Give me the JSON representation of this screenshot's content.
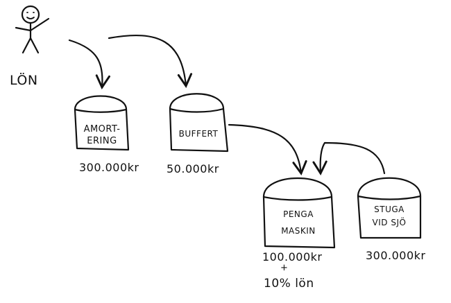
{
  "person": {
    "label": "LÖN"
  },
  "buckets": [
    {
      "id": "amortering",
      "label_lines": [
        "AMORT-",
        "ERING"
      ],
      "amount_lines": [
        "300.000kr"
      ]
    },
    {
      "id": "buffert",
      "label_lines": [
        "BUFFERT"
      ],
      "amount_lines": [
        "50.000kr"
      ]
    },
    {
      "id": "pengamaskin",
      "label_lines": [
        "PENGA",
        "MASKIN"
      ],
      "amount_lines": [
        "100.000kr",
        "+",
        "10% lön"
      ]
    },
    {
      "id": "stuga",
      "label_lines": [
        "STUGA",
        "VID SJÖ"
      ],
      "amount_lines": [
        "300.000kr"
      ]
    }
  ],
  "colors": {
    "ink": "#111111",
    "paper": "#ffffff"
  }
}
